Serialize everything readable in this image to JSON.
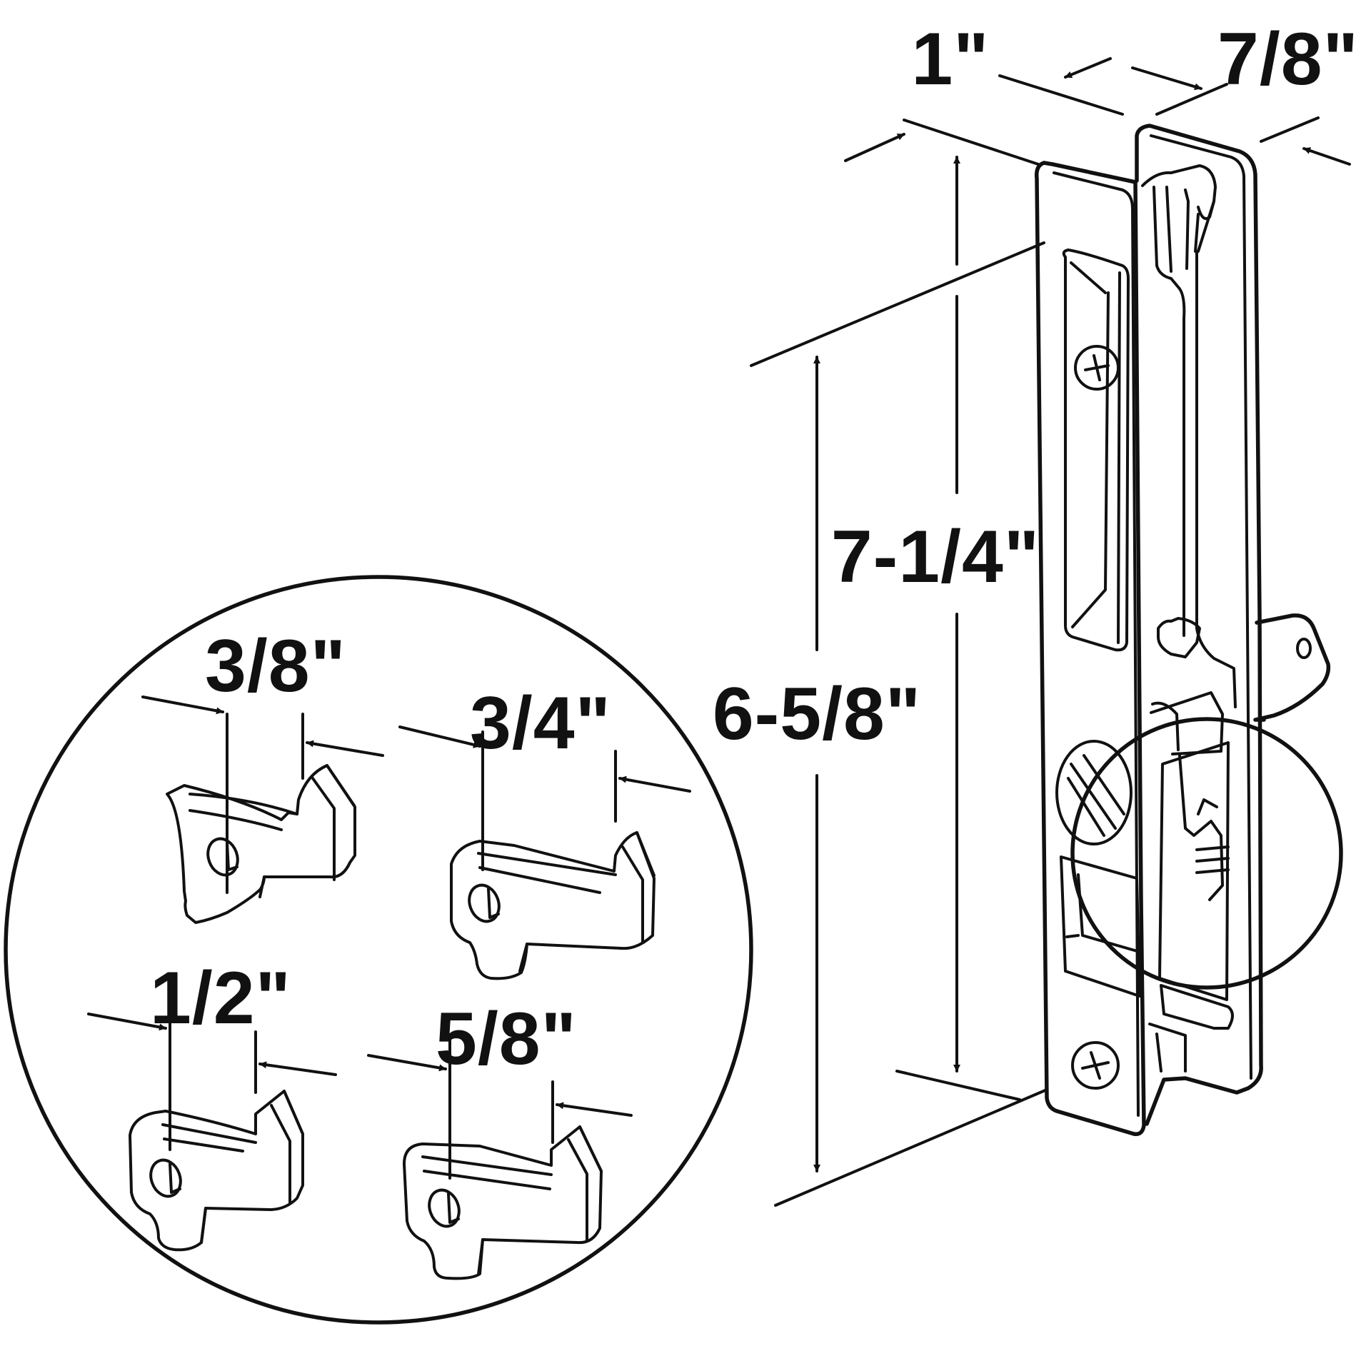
{
  "diagram": {
    "colors": {
      "line": "#111111",
      "background": "#ffffff"
    },
    "main_dimensions": {
      "width_left": "1\"",
      "width_right": "7/8\"",
      "height_outer": "6-5/8\"",
      "height_inner": "7-1/4\""
    },
    "hook_options": [
      {
        "label": "3/8\""
      },
      {
        "label": "3/4\""
      },
      {
        "label": "1/2\""
      },
      {
        "label": "5/8\""
      }
    ]
  }
}
